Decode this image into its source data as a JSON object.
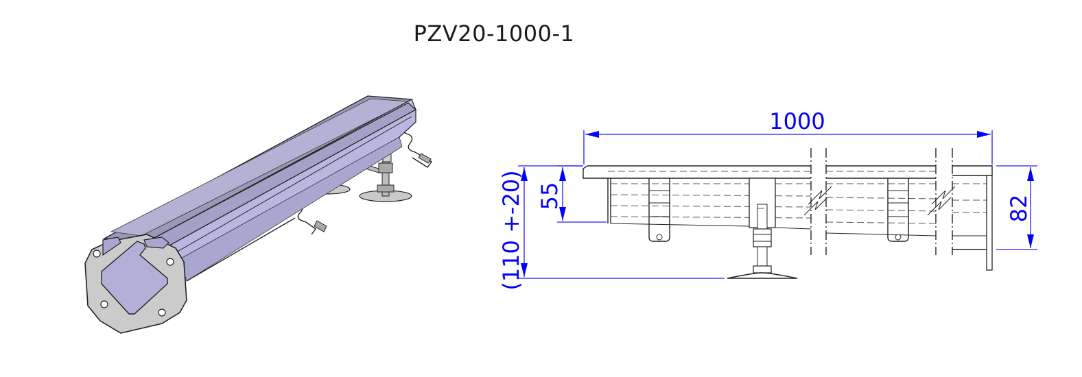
{
  "title": "PZV20-1000-1",
  "dimensions": {
    "length": "1000",
    "slot_depth": "55",
    "channel_height": "82",
    "adjustable_height": "(110 +-20)"
  },
  "colors": {
    "dimension": "#0000ff",
    "profile_fill": "#b8b6e0",
    "end_plate": "#c8c8c8",
    "outline": "#222222"
  }
}
